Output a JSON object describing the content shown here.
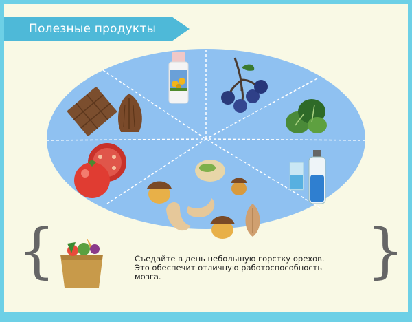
{
  "header": {
    "title": "Полезные продукты",
    "ribbon_color": "#4eb9d8"
  },
  "plate": {
    "color": "#8fc1f1",
    "segments": [
      "nuts-chocolate",
      "oil-bottle",
      "berries",
      "greens",
      "water",
      "nuts-mix",
      "tomatoes"
    ]
  },
  "tip": {
    "lines": [
      "Съедайте в день небольшую горстку орехов.",
      "Это обеспечит отличную работоспособность",
      "мозга."
    ]
  }
}
